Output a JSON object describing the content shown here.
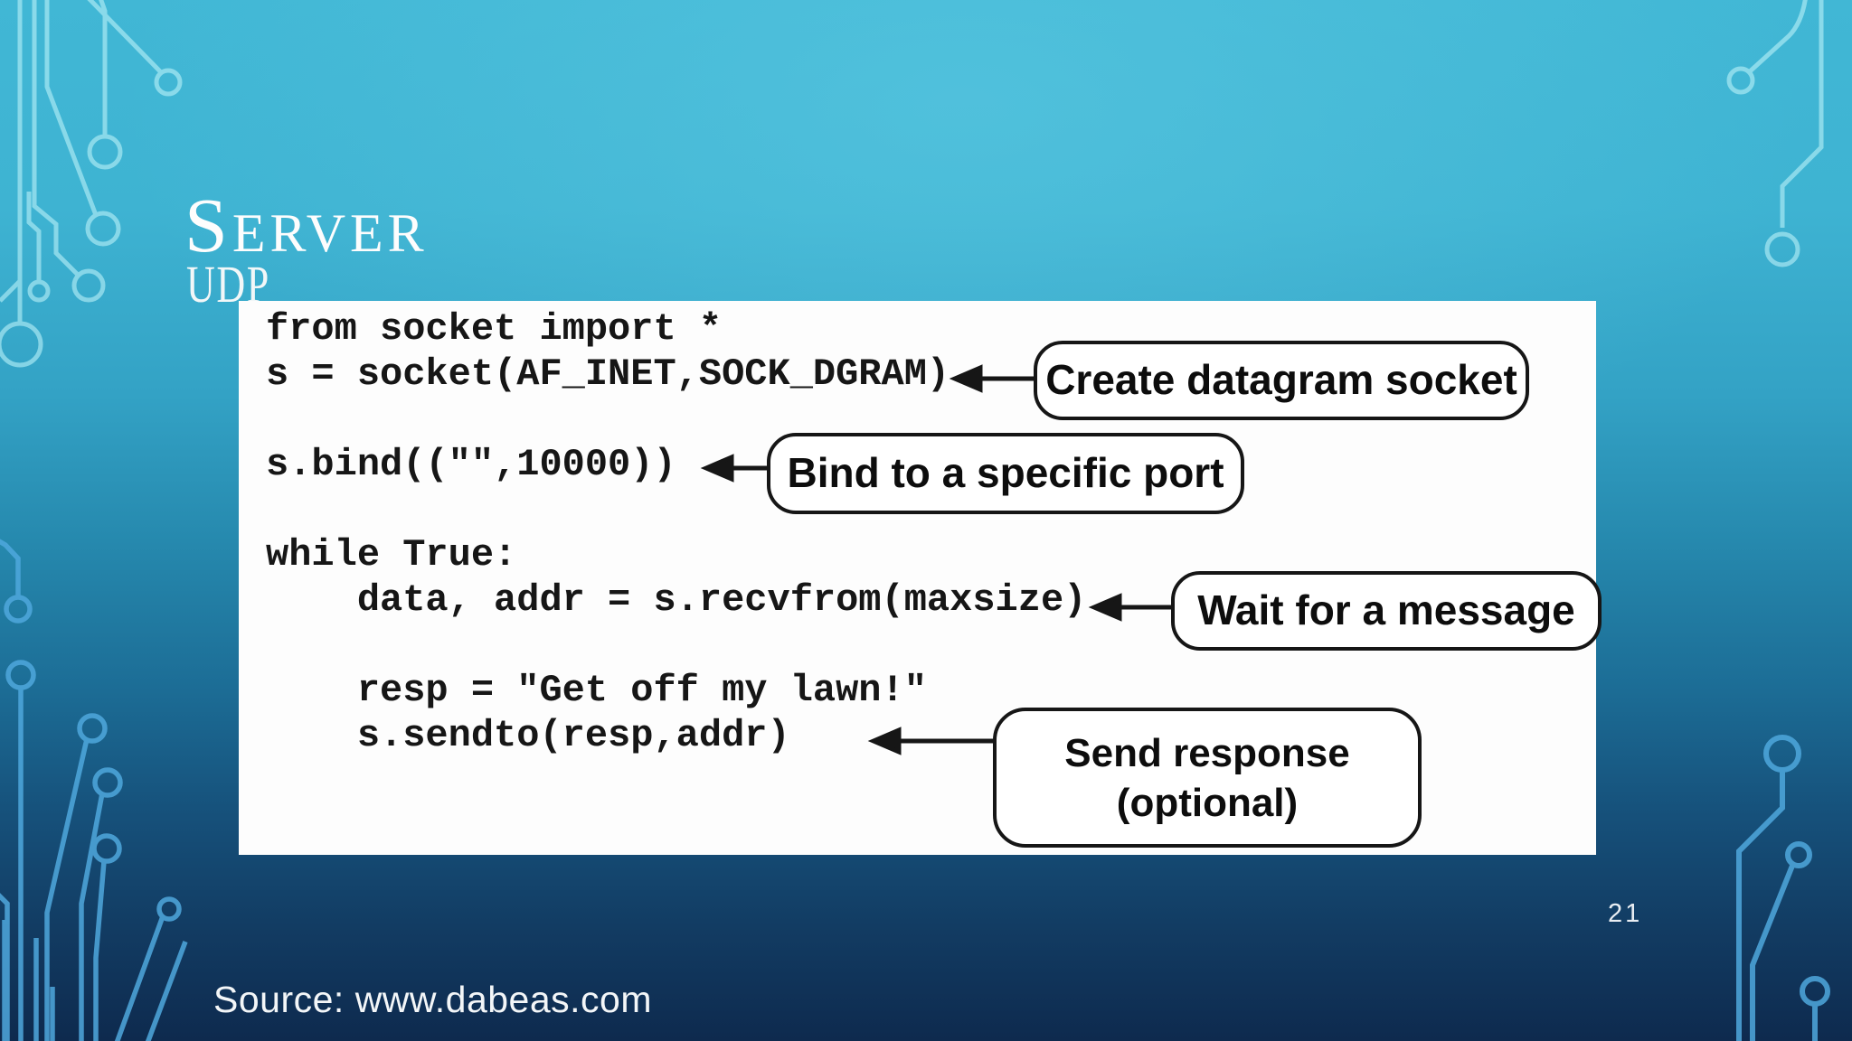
{
  "slide": {
    "title": "Server",
    "subtitle": "UDP",
    "page_number": "21",
    "source": "Source: www.dabeas.com"
  },
  "code_panel": {
    "lines": [
      "from socket import *",
      "s = socket(AF_INET,SOCK_DGRAM)",
      "",
      "s.bind((\"\",10000))",
      "",
      "while True:",
      "    data, addr = s.recvfrom(maxsize)",
      "",
      "    resp = \"Get off my lawn!\"",
      "    s.sendto(resp,addr)"
    ]
  },
  "callouts": [
    {
      "label": "Create datagram socket"
    },
    {
      "label": "Bind to a specific port"
    },
    {
      "label": "Wait for a message"
    },
    {
      "label": "Send response (optional)"
    }
  ],
  "colors": {
    "background_top": "#41b7d5",
    "background_bottom": "#0e2a4e",
    "circuit_light_cyan": "#b7f0f8",
    "circuit_blue": "#4fa8dd",
    "panel_background": "#fdfdfd",
    "ink": "#161616",
    "text_white": "#fdfdfd"
  }
}
